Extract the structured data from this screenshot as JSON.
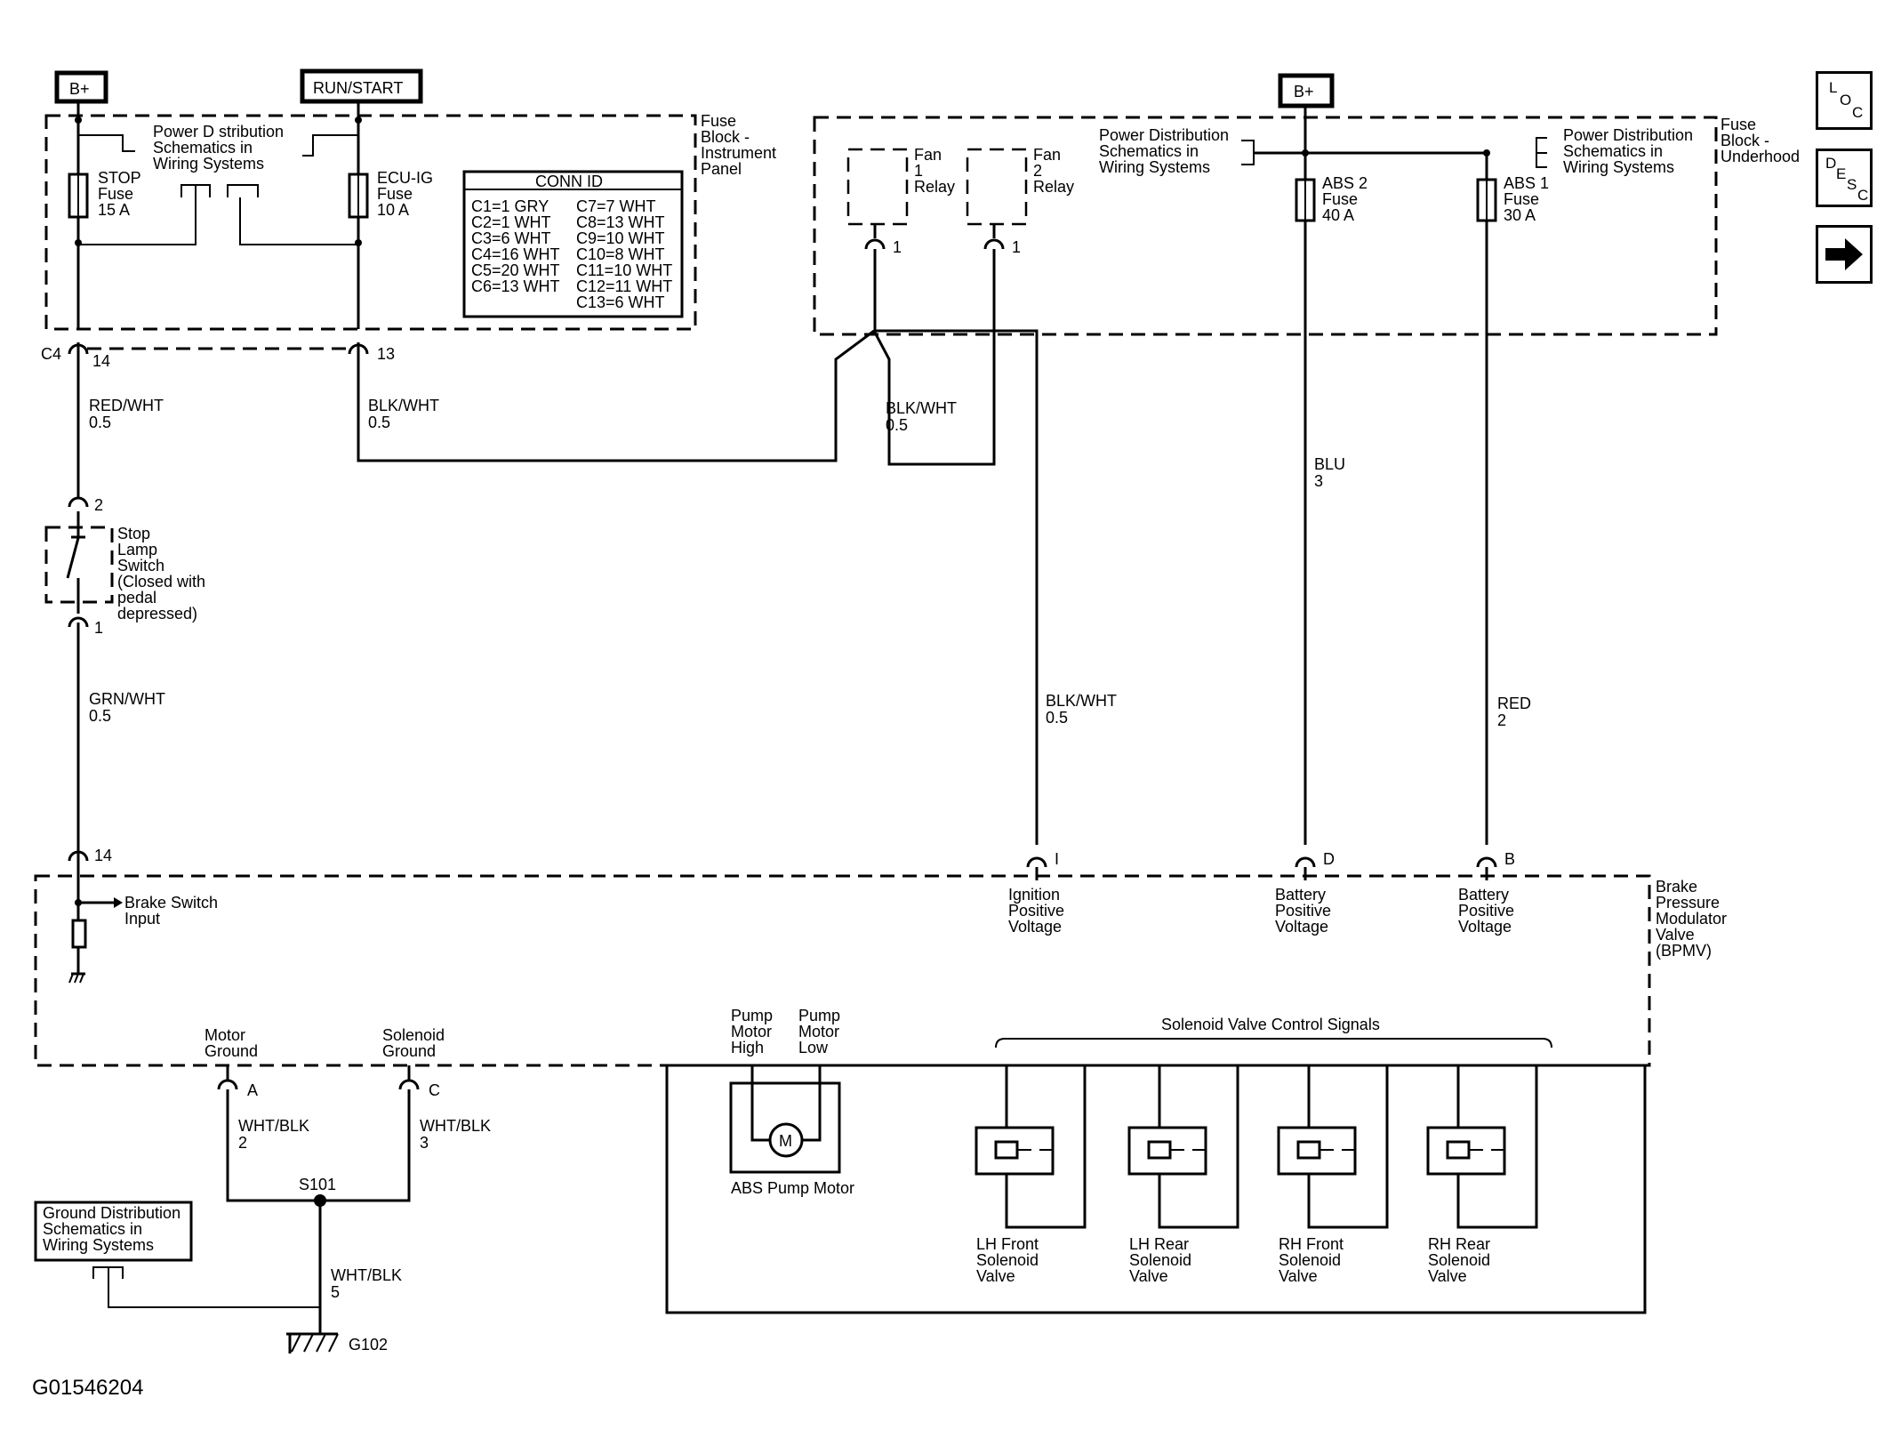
{
  "nav": {
    "loc": [
      "L",
      "O",
      "C"
    ],
    "desc": [
      "D",
      "E",
      "S",
      "C"
    ]
  },
  "power": {
    "bplus": "B+",
    "run_start": "RUN/START"
  },
  "fuse_block_ip": {
    "label": [
      "Fuse",
      "Block -",
      "Instrument",
      "Panel"
    ],
    "pds": [
      "Power D stribution",
      "Schematics in",
      "Wiring Systems"
    ],
    "stop_fuse": [
      "STOP",
      "Fuse",
      "15 A"
    ],
    "ecu_fuse": [
      "ECU-IG",
      "Fuse",
      "10 A"
    ],
    "conn_title": "CONN ID",
    "conn_left": [
      "C1=1 GRY",
      "C2=1 WHT",
      "C3=6 WHT",
      "C4=16 WHT",
      "C5=20 WHT",
      "C6=13 WHT"
    ],
    "conn_right": [
      "C7=7 WHT",
      "C8=13 WHT",
      "C9=10 WHT",
      "C10=8 WHT",
      "C11=10 WHT",
      "C12=11 WHT",
      "C13=6 WHT"
    ]
  },
  "fuse_block_uh": {
    "label": [
      "Fuse",
      "Block -",
      "Underhood"
    ],
    "pds_left": [
      "Power Distribution",
      "Schematics in",
      "Wiring Systems"
    ],
    "pds_right": [
      "Power Distribution",
      "Schematics in",
      "Wiring Systems"
    ],
    "fan1": [
      "Fan",
      "1",
      "Relay"
    ],
    "fan2": [
      "Fan",
      "2",
      "Relay"
    ],
    "abs2": [
      "ABS 2",
      "Fuse",
      "40 A"
    ],
    "abs1": [
      "ABS 1",
      "Fuse",
      "30 A"
    ]
  },
  "connector": {
    "c4": "C4",
    "pin14": "14",
    "pin13": "13",
    "pin1": "1"
  },
  "wires": {
    "red_wht": [
      "RED/WHT",
      "0.5"
    ],
    "blk_wht_a": [
      "BLK/WHT",
      "0.5"
    ],
    "blk_wht_b": [
      "BLK/WHT",
      "0.5"
    ],
    "blk_wht_c": [
      "BLK/WHT",
      "0.5"
    ],
    "blu": [
      "BLU",
      "3"
    ],
    "red": [
      "RED",
      "2"
    ],
    "grn_wht": [
      "GRN/WHT",
      "0.5"
    ],
    "wht_blk_2": [
      "WHT/BLK",
      "2"
    ],
    "wht_blk_3": [
      "WHT/BLK",
      "3"
    ],
    "wht_blk_5": [
      "WHT/BLK",
      "5"
    ]
  },
  "stop_switch": {
    "label": [
      "Stop",
      "Lamp",
      "Switch",
      "(Closed with",
      "pedal",
      "depressed)"
    ],
    "pin_top": "2",
    "pin_bottom": "1"
  },
  "bpmv": {
    "label": [
      "Brake",
      "Pressure",
      "Modulator",
      "Valve",
      "(BPMV)"
    ],
    "pin14": "14",
    "brake_switch": [
      "Brake Switch",
      "Input"
    ],
    "pin_i": "I",
    "pin_d": "D",
    "pin_b": "B",
    "ign": [
      "Ignition",
      "Positive",
      "Voltage"
    ],
    "bat_d": [
      "Battery",
      "Positive",
      "Voltage"
    ],
    "bat_b": [
      "Battery",
      "Positive",
      "Voltage"
    ],
    "motor_gnd": [
      "Motor",
      "Ground"
    ],
    "sol_gnd": [
      "Solenoid",
      "Ground"
    ],
    "pin_a": "A",
    "pin_c": "C",
    "pump_high": [
      "Pump",
      "Motor",
      "High"
    ],
    "pump_low": [
      "Pump",
      "Motor",
      "Low"
    ],
    "motor_symbol": "M",
    "pump_motor": "ABS Pump Motor",
    "sol_signals": "Solenoid Valve Control Signals",
    "lh_front": [
      "LH Front",
      "Solenoid",
      "Valve"
    ],
    "lh_rear": [
      "LH Rear",
      "Solenoid",
      "Valve"
    ],
    "rh_front": [
      "RH Front",
      "Solenoid",
      "Valve"
    ],
    "rh_rear": [
      "RH Rear",
      "Solenoid",
      "Valve"
    ]
  },
  "ground": {
    "splice": "S101",
    "gds": [
      "Ground Distribution",
      "Schematics in",
      "Wiring Systems"
    ],
    "g102": "G102"
  },
  "figure_id": "G01546204"
}
